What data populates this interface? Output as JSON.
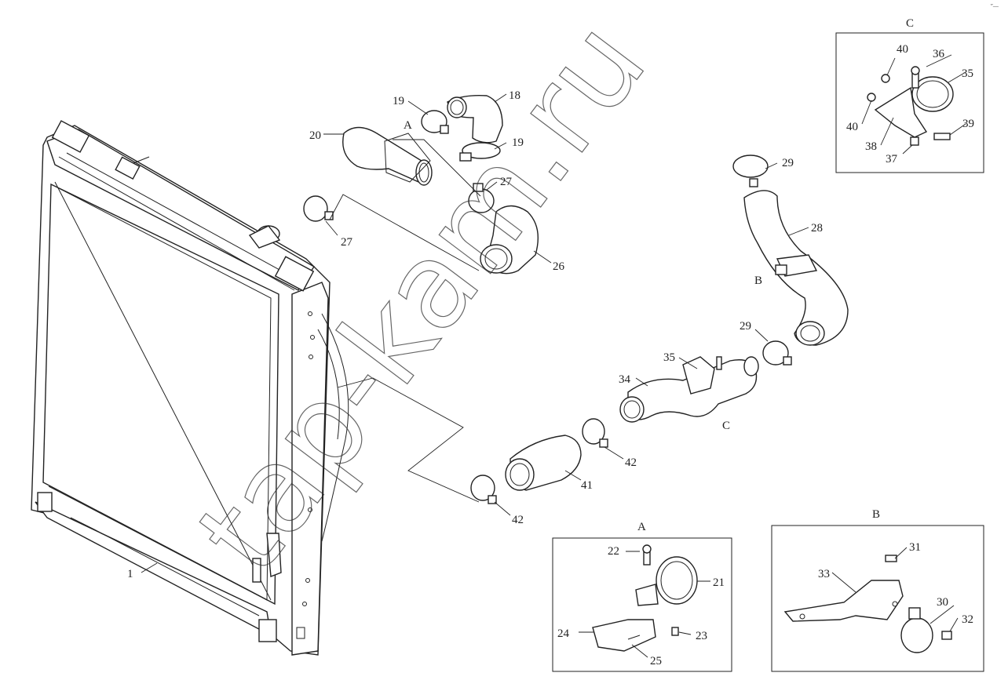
{
  "watermark": "tap-kam.ru",
  "corner_mark": "″—",
  "callouts": {
    "c1": "1",
    "c18": "18",
    "c19a": "19",
    "c19b": "19",
    "c20": "20",
    "c21": "21",
    "c22": "22",
    "c23": "23",
    "c24": "24",
    "c25": "25",
    "c26": "26",
    "c27a": "27",
    "c27b": "27",
    "c28": "28",
    "c29a": "29",
    "c29b": "29",
    "c30": "30",
    "c31": "31",
    "c32": "32",
    "c33": "33",
    "c34": "34",
    "c35a": "35",
    "c35b": "35",
    "c36": "36",
    "c37": "37",
    "c38": "38",
    "c39": "39",
    "c40a": "40",
    "c40b": "40",
    "c41": "41",
    "c42a": "42",
    "c42b": "42"
  },
  "markers": {
    "detail_A_ref": "A",
    "detail_B_ref": "B",
    "detail_C_ref": "C"
  },
  "detail_boxes": {
    "A": {
      "title": "A"
    },
    "B": {
      "title": "B"
    },
    "C": {
      "title": "C"
    }
  }
}
